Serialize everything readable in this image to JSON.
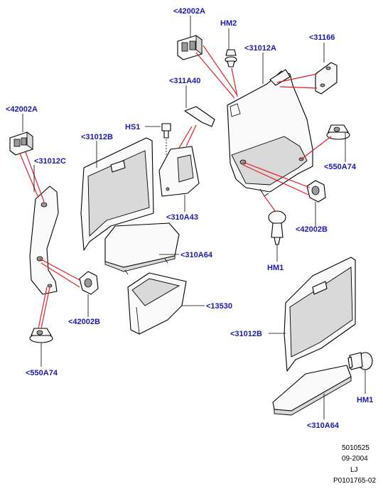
{
  "callouts": {
    "c42002a_top": "<42002A",
    "hm2": "HM2",
    "c31012a": "<31012A",
    "c31166": "<31166",
    "c311a40": "<311A40",
    "hs1": "HS1",
    "c31012b_upper": "<31012B",
    "c42002a_left": "<42002A",
    "c31012c": "<31012C",
    "c550a74_right": "<550A74",
    "c310a43": "<310A43",
    "c42002b_right": "<42002B",
    "c310a64_upper": "<310A64",
    "hm1_upper": "HM1",
    "c13530": "<13530",
    "c42002b_left": "<42002B",
    "c31012b_lower": "<31012B",
    "c550a74_left": "<550A74",
    "hm1_lower": "HM1",
    "c310a64_lower": "<310A64"
  },
  "footer": {
    "line1": "5010525",
    "line2": "09-2004",
    "line3": "LJ",
    "line4": "P0101765-02"
  }
}
